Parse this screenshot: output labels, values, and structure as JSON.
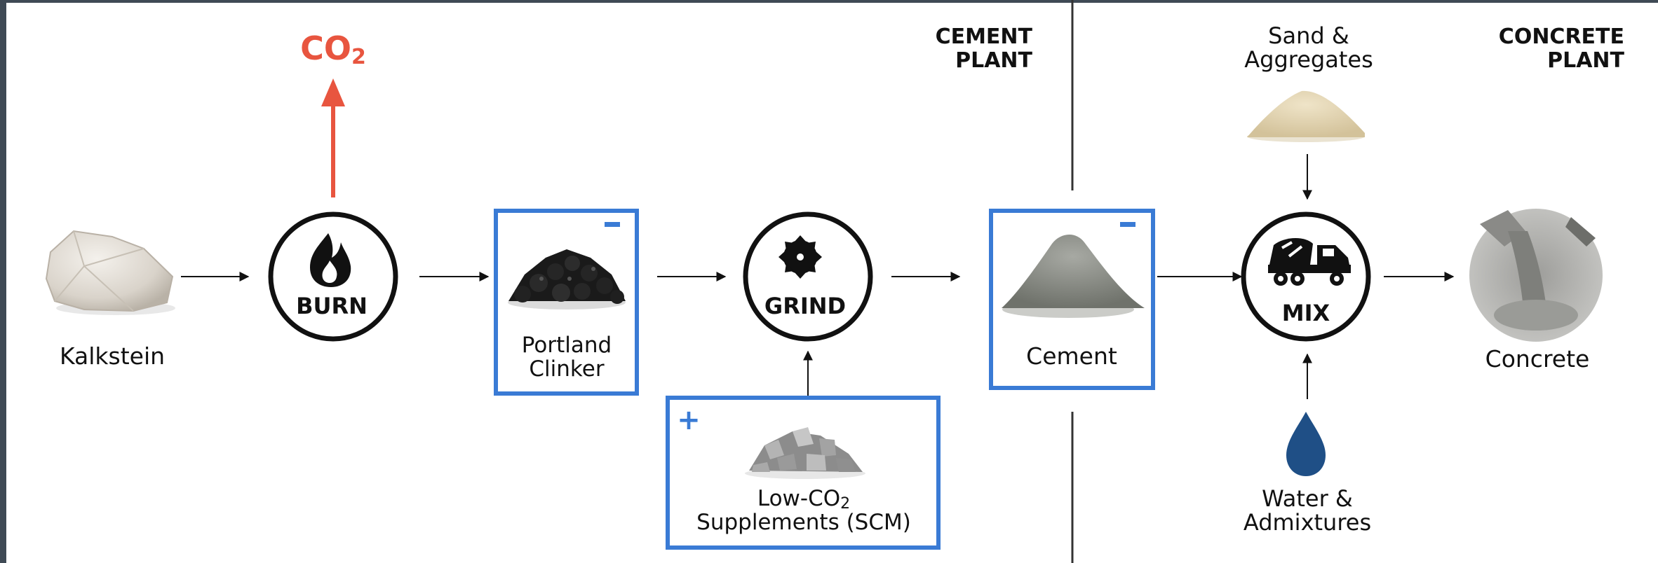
{
  "colors": {
    "frame": "#3f4a55",
    "accent_blue": "#3a7bd5",
    "co2_red": "#e8553f",
    "water_blue": "#1f4f86",
    "ink": "#111111"
  },
  "sections": {
    "cement_plant": [
      "CEMENT",
      "PLANT"
    ],
    "concrete_plant": [
      "CONCRETE",
      "PLANT"
    ]
  },
  "emission": {
    "label": "CO",
    "subscript": "2"
  },
  "nodes": {
    "kalkstein": {
      "label": "Kalkstein",
      "icon": "limestone-rock-image"
    },
    "burn": {
      "label": "BURN",
      "icon": "flame-icon"
    },
    "clinker": {
      "lines": [
        "Portland",
        "Clinker"
      ],
      "badge": "−",
      "icon": "clinker-pellets-image"
    },
    "grind": {
      "label": "GRIND",
      "icon": "saw-blade-icon"
    },
    "scm": {
      "line1_prefix": "Low-CO",
      "line1_sub": "2",
      "line2": "Supplements (SCM)",
      "badge": "+",
      "icon": "crushed-stone-image"
    },
    "cement": {
      "label": "Cement",
      "badge": "−",
      "icon": "cement-powder-image"
    },
    "sand": {
      "lines": [
        "Sand &",
        "Aggregates"
      ],
      "icon": "sand-pile-image"
    },
    "mix": {
      "label": "MIX",
      "icon": "mixer-truck-icon"
    },
    "water": {
      "lines": [
        "Water &",
        "Admixtures"
      ],
      "icon": "water-drop-icon"
    },
    "concrete": {
      "label": "Concrete",
      "icon": "concrete-pour-image"
    }
  }
}
